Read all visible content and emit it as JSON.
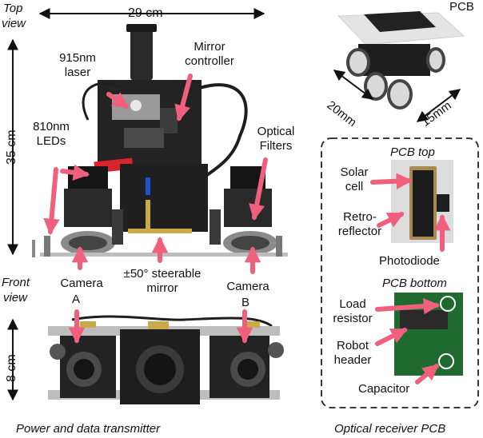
{
  "colors": {
    "arrow": "#f0607c",
    "ink": "#111111",
    "photo_dark": "#2b2b2b",
    "accent_red": "#d9232d"
  },
  "top_view": {
    "line1": "Top",
    "line2": "view"
  },
  "front_view": {
    "line1": "Front",
    "line2": "view"
  },
  "dims": {
    "width": "29 cm",
    "height": "35 cm",
    "depth": "8 cm"
  },
  "transmitter_labels": {
    "laser_l1": "915nm",
    "laser_l2": "laser",
    "mirror_ctrl_l1": "Mirror",
    "mirror_ctrl_l2": "controller",
    "leds_l1": "810nm",
    "leds_l2": "LEDs",
    "filters_l1": "Optical",
    "filters_l2": "Filters",
    "camera_left": "Camera",
    "camera_right": "Camera",
    "camera_a": "A",
    "camera_b": "B",
    "mirror_l1": "±50° steerable",
    "mirror_l2": "mirror"
  },
  "receiver": {
    "pcb_title": "PCB",
    "dim_20": "20mm",
    "dim_15": "15mm",
    "top_title": "PCB top",
    "solar_l1": "Solar",
    "solar_l2": "cell",
    "retro_l1": "Retro-",
    "retro_l2": "reflector",
    "photodiode": "Photodiode",
    "bottom_title": "PCB bottom",
    "load_l1": "Load",
    "load_l2": "resistor",
    "robot_l1": "Robot",
    "robot_l2": "header",
    "capacitor": "Capacitor"
  },
  "captions": {
    "left": "Power and data transmitter",
    "right": "Optical receiver PCB"
  }
}
